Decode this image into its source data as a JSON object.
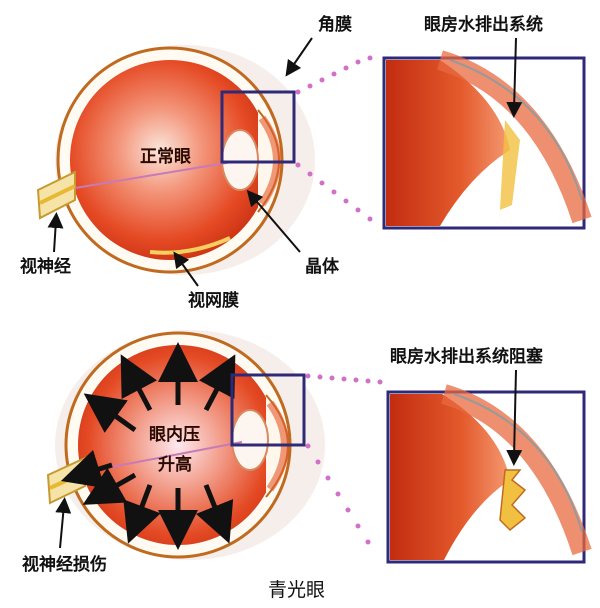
{
  "top": {
    "center_label": "正常眼",
    "cornea": "角膜",
    "drainage": "眼房水排出系统",
    "optic_nerve": "视神经",
    "lens": "晶体",
    "retina": "视网膜"
  },
  "bottom": {
    "center_line1": "眼内压",
    "center_line2": "升高",
    "drainage_blocked": "眼房水排出系统阻塞",
    "optic_damage": "视神经损伤"
  },
  "caption": "青光眼",
  "colors": {
    "eye_red": "#e8431f",
    "sclera_line": "#c06a20",
    "frame": "#2e2a78",
    "dots": "#d070c8",
    "nerve": "#f0d060"
  }
}
